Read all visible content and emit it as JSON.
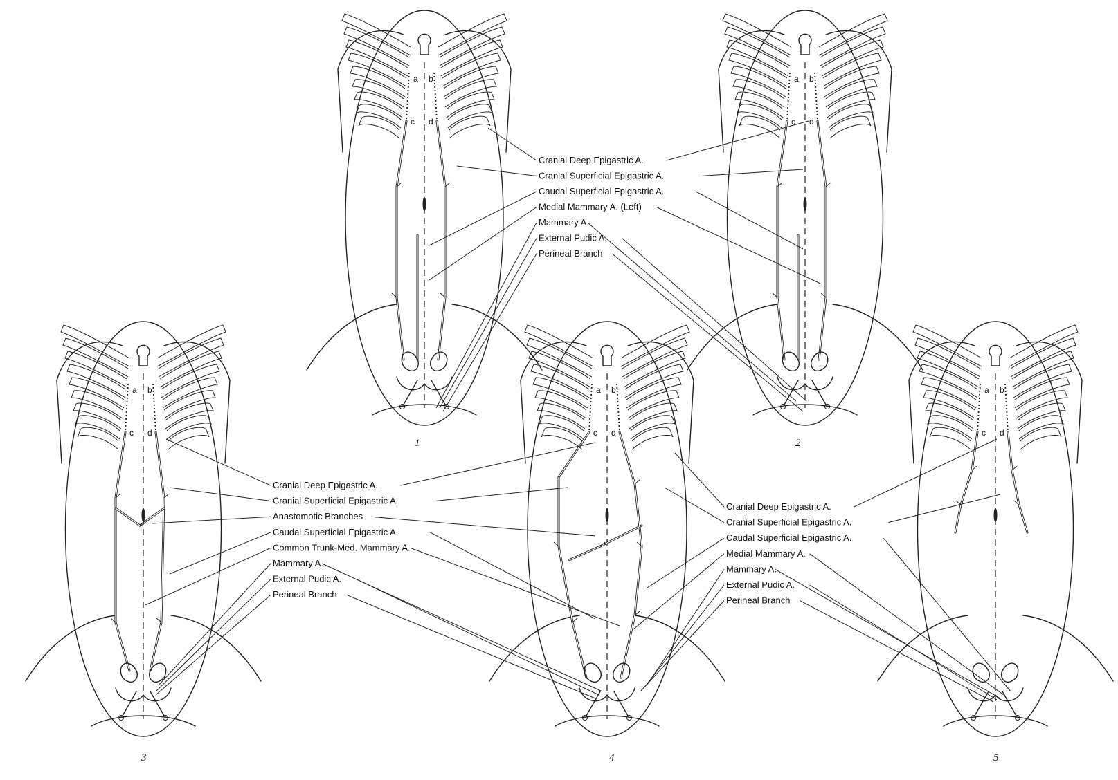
{
  "panels": [
    {
      "number": "1",
      "corner_letters": [
        "a",
        "b",
        "c",
        "d"
      ]
    },
    {
      "number": "2",
      "corner_letters": [
        "a",
        "b",
        "c",
        "d"
      ]
    },
    {
      "number": "3",
      "corner_letters": [
        "a",
        "b",
        "c",
        "d"
      ]
    },
    {
      "number": "4",
      "corner_letters": [
        "a",
        "b",
        "c",
        "d"
      ]
    },
    {
      "number": "5",
      "corner_letters": [
        "a",
        "b",
        "c",
        "d"
      ]
    }
  ],
  "labels_top": [
    "Cranial Deep Epigastric A.",
    "Cranial Superficial Epigastric A.",
    "Caudal Superficial Epigastric A.",
    "Medial Mammary A. (Left)",
    "Mammary A.",
    "External Pudic A.",
    "Perineal Branch"
  ],
  "labels_left": [
    "Cranial Deep Epigastric A.",
    "Cranial Superficial Epigastric A.",
    "Anastomotic Branches",
    "Caudal Superficial Epigastric A.",
    "Common Trunk-Med. Mammary A.",
    "Mammary A.",
    "External Pudic A.",
    "Perineal Branch"
  ],
  "labels_right": [
    "Cranial Deep Epigastric A.",
    "Cranial Superficial Epigastric A.",
    "Caudal Superficial Epigastric A.",
    "Medial Mammary A.",
    "Mammary A.",
    "External Pudic A.",
    "Perineal Branch"
  ]
}
